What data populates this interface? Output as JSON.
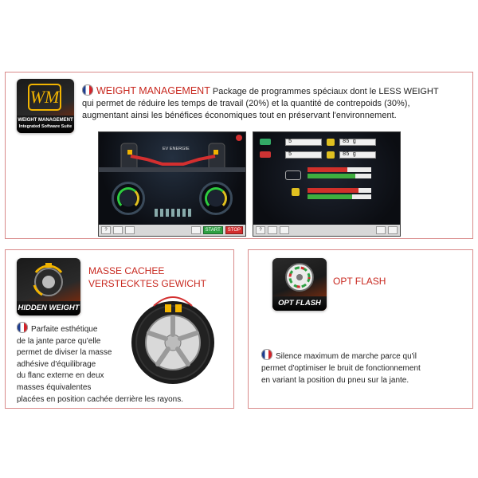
{
  "weight_management": {
    "badge_letters": "WM",
    "badge_line1": "WEIGHT MANAGEMENT",
    "badge_line2": "Integrated Software Suite",
    "title": "WEIGHT MANAGEMENT",
    "text_line1": "Package de programmes spéciaux dont le LESS WEIGHT",
    "text_line2": "qui permet de réduire les temps de travail (20%) et la quantité de contrepoids (30%),",
    "text_line3": "augmentant ainsi les bénéfices économiques tout en préservant l'environnement.",
    "screen1": {
      "mode_label": "EV ENERGIE",
      "buttons": [
        "?",
        "",
        "",
        "",
        "START",
        "STOP"
      ]
    },
    "screen2": {
      "value1": "5",
      "value2": "85 g",
      "value3": "5",
      "value4": "85 g",
      "buttons": [
        "?",
        "",
        "",
        "",
        ""
      ]
    }
  },
  "hidden_weight": {
    "badge_caption": "HIDDEN WEIGHT",
    "title_line1": "MASSE CACHEE",
    "title_line2": "VERSTECKTES GEWICHT",
    "text_line1": "Parfaite esthétique",
    "text_line2": "de la jante parce qu'elle",
    "text_line3": "permet de diviser la masse",
    "text_line4": "adhésive d'équilibrage",
    "text_line5": "du flanc externe en deux",
    "text_line6": "masses équivalentes",
    "text_line7": "placées en position cachée derrière les rayons."
  },
  "opt_flash": {
    "badge_caption": "OPT FLASH",
    "title": "OPT FLASH",
    "text_line1": "Silence maximum de marche parce qu'il",
    "text_line2": "permet d'optimiser le bruit de fonctionnement",
    "text_line3": "en variant la position du pneu sur la jante."
  },
  "colors": {
    "accent_red": "#c8281f",
    "panel_border": "#d98a8a",
    "badge_orange": "#d4551f"
  }
}
